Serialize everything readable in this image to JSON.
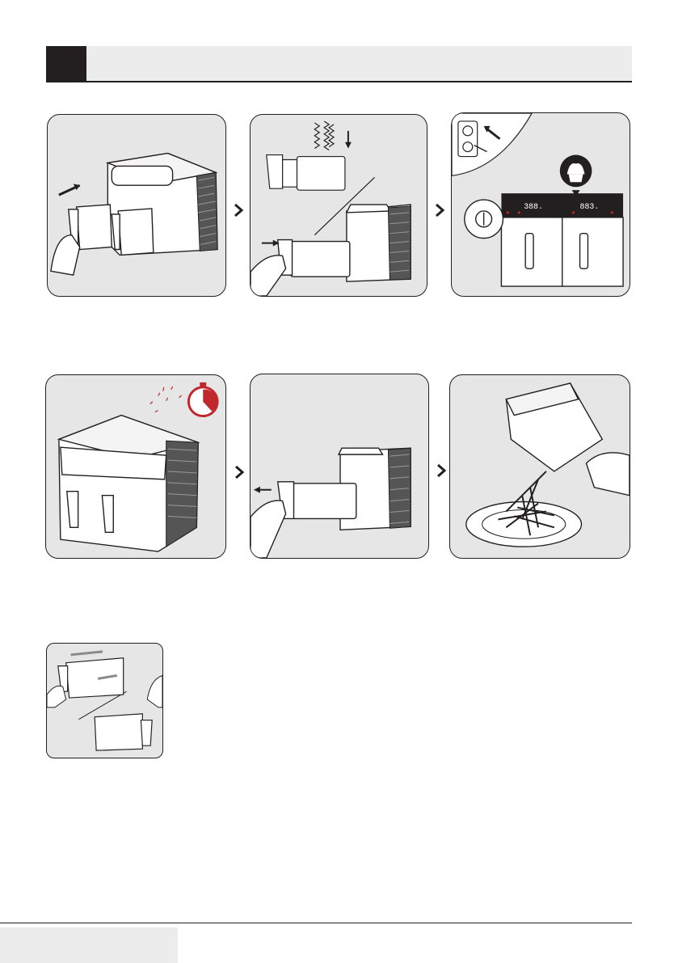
{
  "steps": [
    {
      "id": "insert-baskets"
    },
    {
      "id": "load-food"
    },
    {
      "id": "power-and-program"
    },
    {
      "id": "cooking-timer"
    },
    {
      "id": "remove-drawer"
    },
    {
      "id": "serve-food"
    },
    {
      "id": "shake-and-turn"
    }
  ],
  "display": {
    "left_readout": "388.",
    "right_readout": "883."
  },
  "colors": {
    "panel_bg": "#e6e6e6",
    "outline": "#231f20",
    "accent_red": "#c0282d",
    "header_bg": "#ececec"
  },
  "icons": [
    "arrow-icon",
    "chevron-right-icon",
    "stopwatch-icon",
    "muffin-icon",
    "power-icon",
    "socket-icon"
  ]
}
